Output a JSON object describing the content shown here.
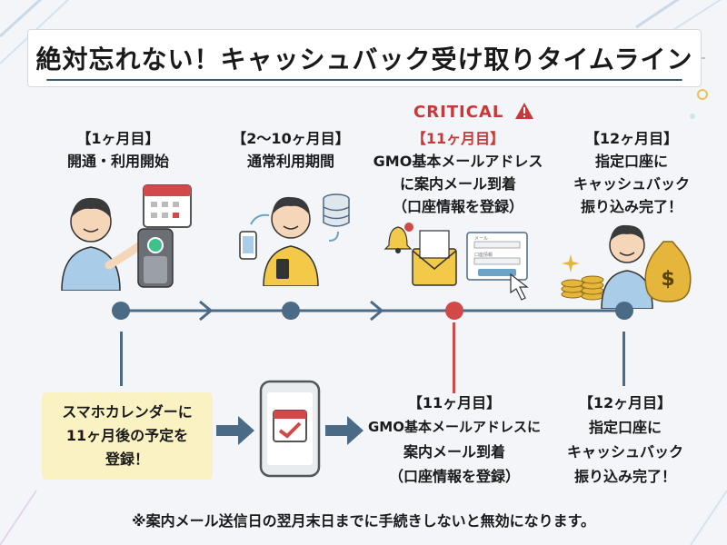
{
  "title": "絶対忘れない！キャッシュバック受け取りタイムライン",
  "critical_label": "CRITICAL",
  "stages": [
    {
      "step": "【1ヶ月目】",
      "desc": [
        "開通・利用開始"
      ]
    },
    {
      "step": "【2〜10ヶ月目】",
      "desc": [
        "通常利用期間"
      ]
    },
    {
      "step": "【11ヶ月目】",
      "desc": [
        "GMO基本メールアドレス",
        "に案内メール到着",
        "（口座情報を登録）"
      ]
    },
    {
      "step": "【12ヶ月目】",
      "desc": [
        "指定口座に",
        "キャッシュバック",
        "振り込み完了！"
      ]
    }
  ],
  "reminder": {
    "lines": [
      "スマホカレンダーに",
      "11ヶ月後の予定を",
      "登録！"
    ]
  },
  "bottom_steps": [
    {
      "step": "【11ヶ月目】",
      "desc": [
        "GMO基本メールアドレスに",
        "案内メール到着",
        "（口座情報を登録）"
      ]
    },
    {
      "step": "【12ヶ月目】",
      "desc": [
        "指定口座に",
        "キャッシュバック",
        "振り込み完了！"
      ]
    }
  ],
  "mail_form": {
    "label1": "メール",
    "label2": "口座情報"
  },
  "currency_symbol": "$",
  "footnote": "※案内メール送信日の翌月末日までに手続きしないと無効になります。",
  "colors": {
    "accent": "#4b6a85",
    "critical": "#c8383a",
    "reminder_bg": "#fbf2c4",
    "coin": "#e6b53c",
    "shirt_blue": "#a9cde8",
    "shirt_yellow": "#f3c94a"
  }
}
